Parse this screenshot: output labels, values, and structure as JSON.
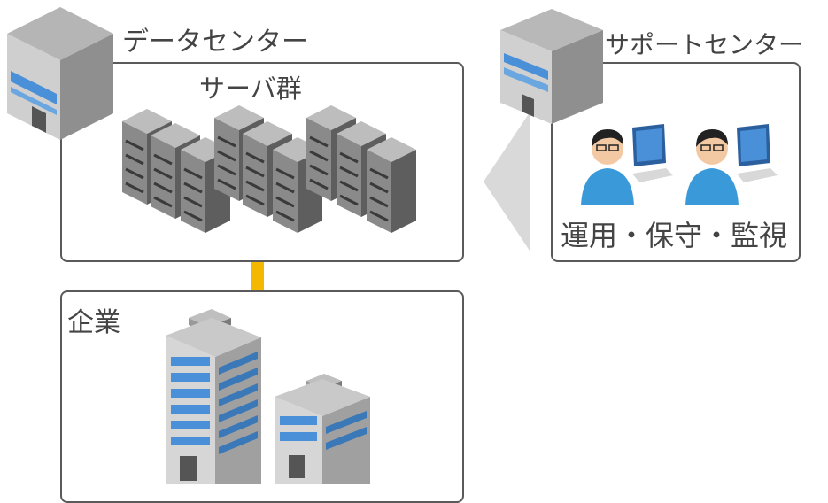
{
  "datacenter": {
    "title": "データセンター",
    "server_group_label": "サーバ群"
  },
  "support": {
    "title": "サポートセンター",
    "caption": "運用・保守・監視"
  },
  "enterprise": {
    "title": "企業"
  },
  "colors": {
    "border": "#5a5a5a",
    "text": "#444444",
    "connector": "#f5b800",
    "pointer": "#d9d9d9",
    "window_blue": "#4a90d9",
    "person_shirt": "#3a9ad9"
  }
}
